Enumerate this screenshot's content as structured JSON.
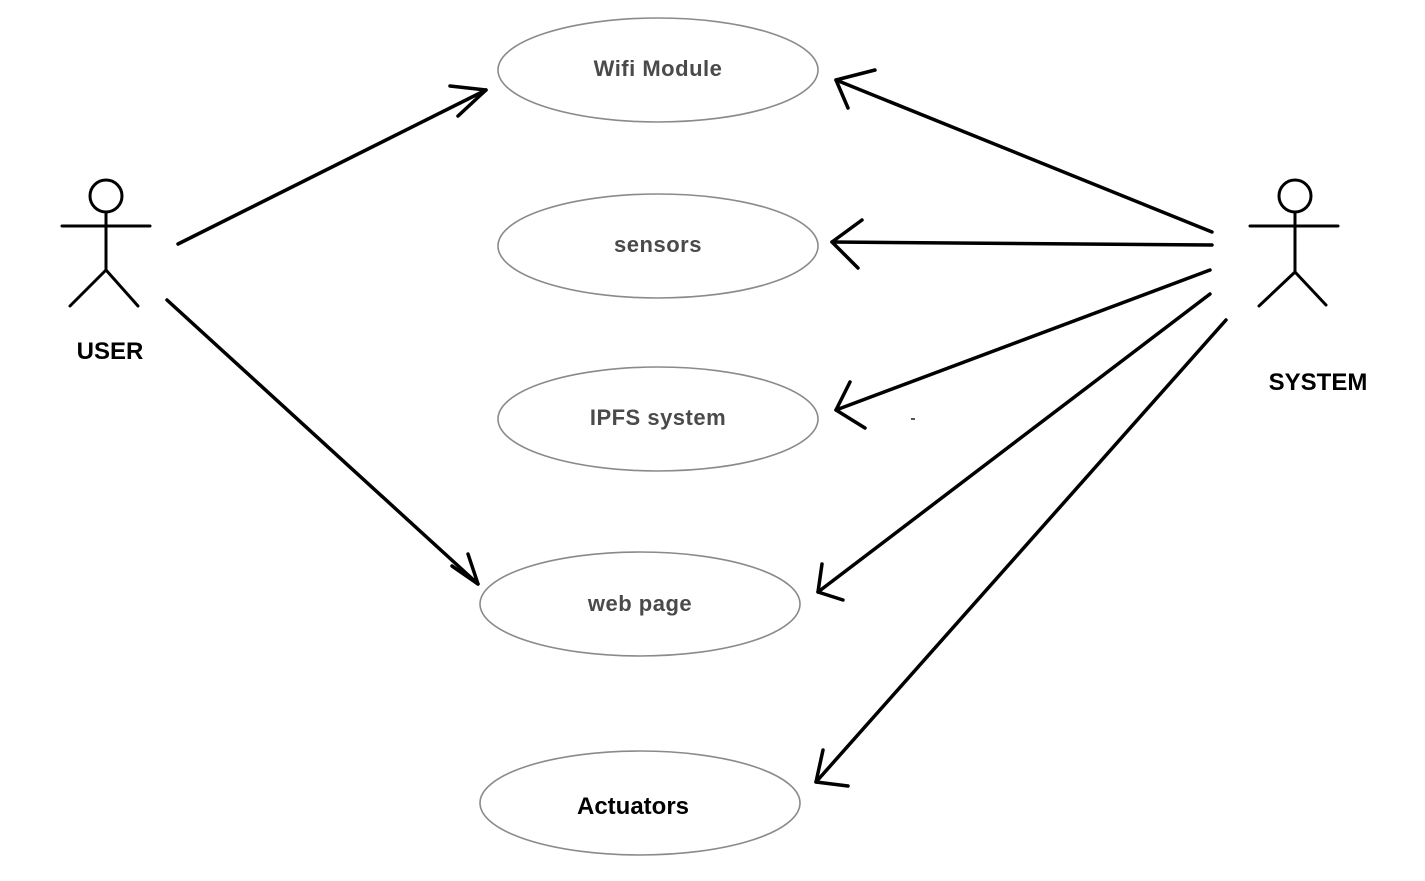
{
  "actors": {
    "user": {
      "label": "USER",
      "icon": "stick-figure-icon"
    },
    "system": {
      "label": "SYSTEM",
      "icon": "stick-figure-icon"
    }
  },
  "use_cases": {
    "wifi": {
      "label": "Wifi Module"
    },
    "sensors": {
      "label": "sensors"
    },
    "ipfs": {
      "label": "IPFS system"
    },
    "webpage": {
      "label": "web page"
    },
    "actuators": {
      "label": "Actuators"
    }
  },
  "associations": [
    {
      "from": "USER",
      "to": "Wifi Module"
    },
    {
      "from": "USER",
      "to": "web page"
    },
    {
      "from": "SYSTEM",
      "to": "Wifi Module"
    },
    {
      "from": "SYSTEM",
      "to": "sensors"
    },
    {
      "from": "SYSTEM",
      "to": "IPFS system"
    },
    {
      "from": "SYSTEM",
      "to": "web page"
    },
    {
      "from": "SYSTEM",
      "to": "Actuators"
    }
  ],
  "colors": {
    "ellipse_stroke": "#8a8a8a",
    "line": "#000000",
    "use_case_text": "#4a4a4a"
  }
}
